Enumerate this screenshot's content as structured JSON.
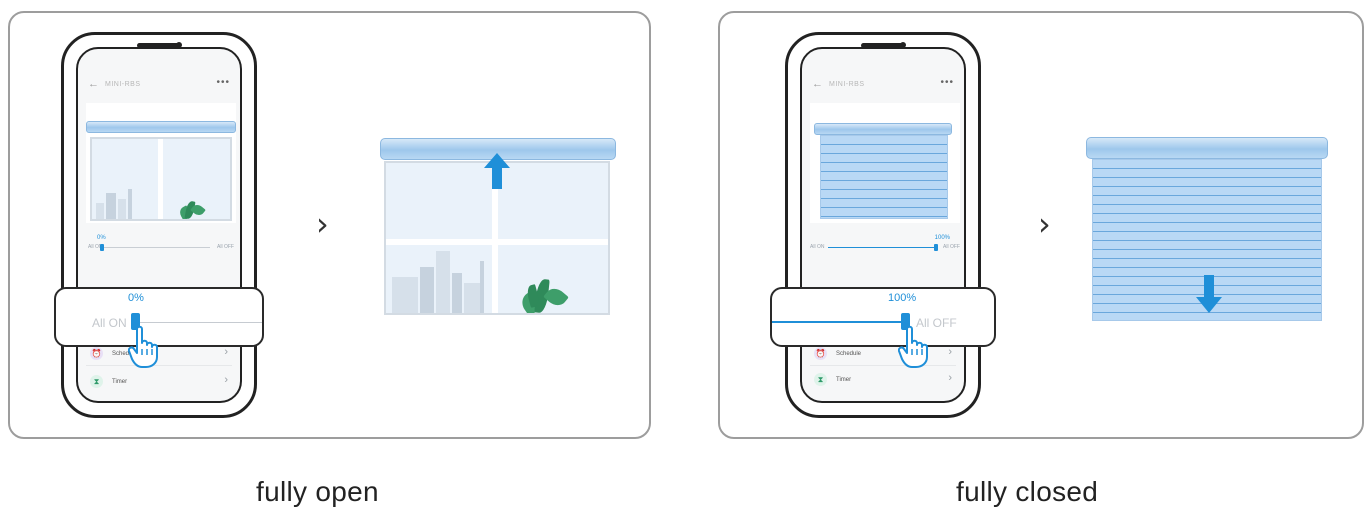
{
  "panels": [
    {
      "id": "open",
      "app_title": "MINI-RBS",
      "preview_percent": "0%",
      "preview_left_label": "All ON",
      "preview_right_label": "All OFF",
      "callout_percent": "0%",
      "callout_label": "All ON",
      "slider_value_percent": 0,
      "menu_items": [
        {
          "label": "Schedule",
          "icon": "alarm-clock-icon"
        },
        {
          "label": "Timer",
          "icon": "hourglass-icon"
        }
      ],
      "caption": "fully open",
      "direction_icon": "up-arrow-icon"
    },
    {
      "id": "closed",
      "app_title": "MINI-RBS",
      "preview_percent": "100%",
      "preview_left_label": "All ON",
      "preview_right_label": "All OFF",
      "callout_percent": "100%",
      "callout_label": "All OFF",
      "slider_value_percent": 100,
      "menu_items": [
        {
          "label": "Schedule",
          "icon": "alarm-clock-icon"
        },
        {
          "label": "Timer",
          "icon": "hourglass-icon"
        }
      ],
      "caption": "fully closed",
      "direction_icon": "down-arrow-icon"
    }
  ],
  "colors": {
    "accent": "#1f8fd8",
    "shade": "#b9d8f5",
    "panel_border": "#9d9d9d"
  }
}
